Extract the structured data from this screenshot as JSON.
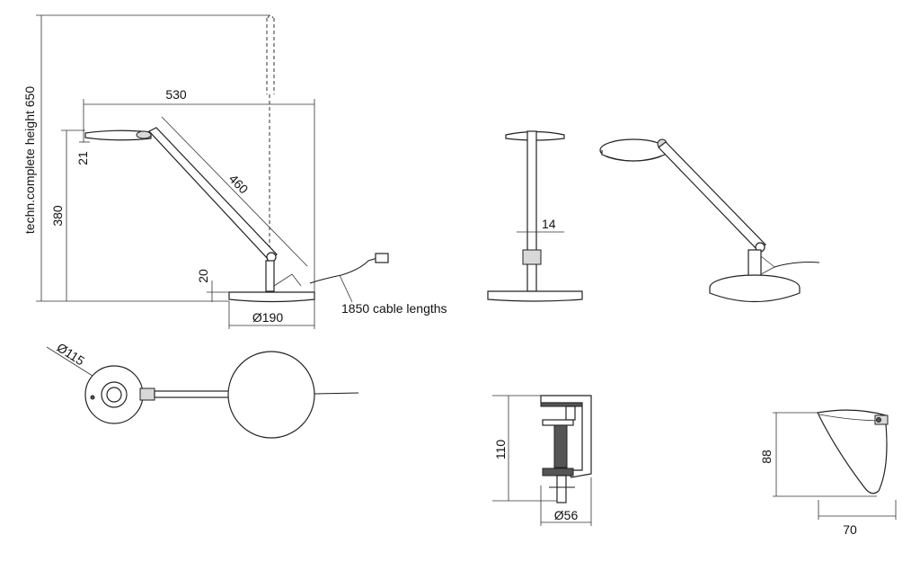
{
  "labels": {
    "total_height": "techn.complete height 650",
    "reach": "530",
    "head_height": "21",
    "arm_length": "460",
    "joint_height": "380",
    "base_height": "20",
    "base_diameter": "Ø190",
    "cable": "1850 cable lengths",
    "stem_width": "14",
    "clamp_base_diameter": "Ø115",
    "clamp_height": "110",
    "clamp_diameter": "Ø56",
    "shade_height": "88",
    "shade_depth": "70"
  }
}
